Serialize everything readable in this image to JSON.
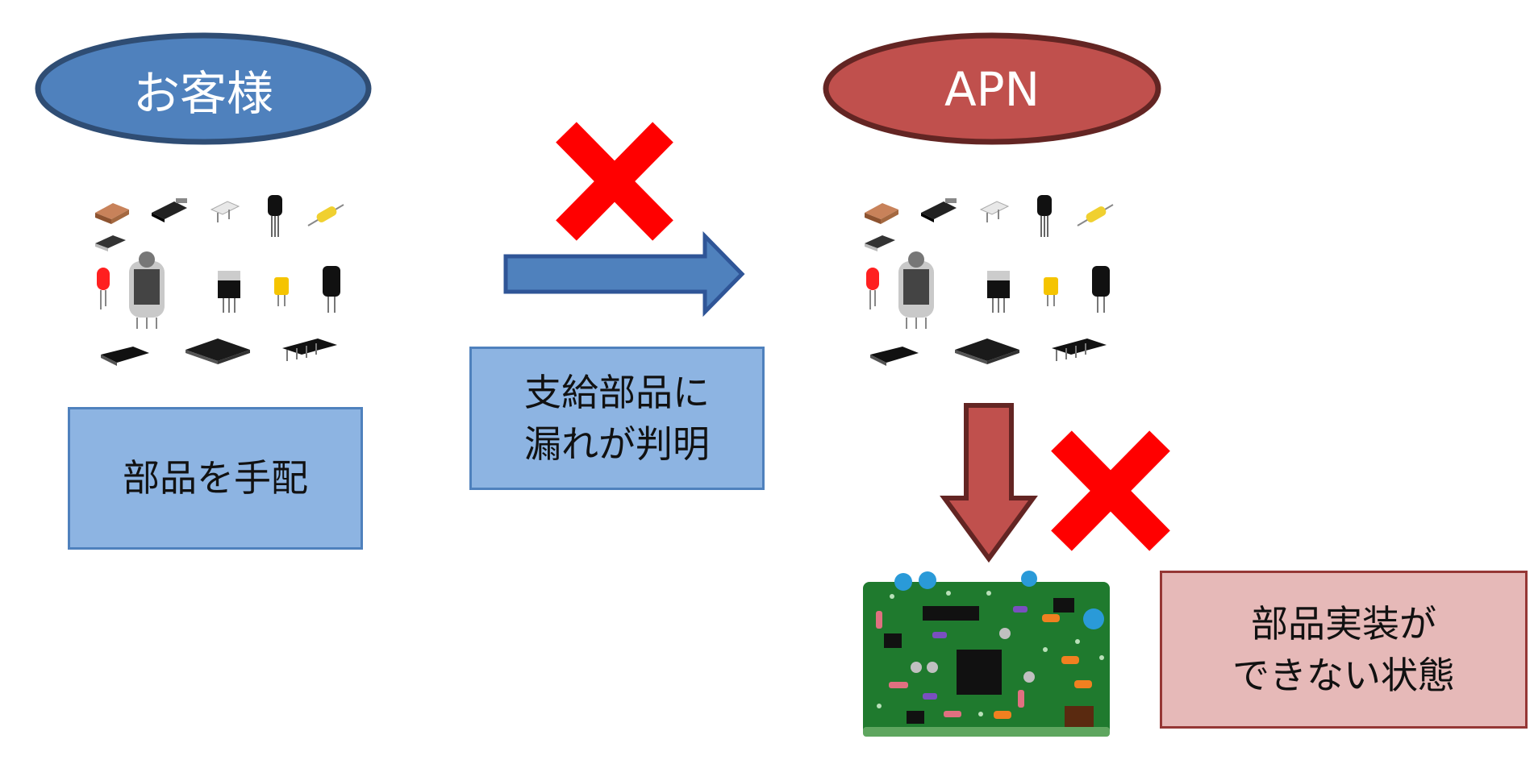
{
  "left_group": {
    "title": "お客様",
    "box_text": "部品を手配",
    "ellipse_fill": "#4f81bd",
    "ellipse_border": "#385d8a"
  },
  "middle_group": {
    "box_line1": "支給部品に",
    "box_line2": "漏れが判明",
    "arrow_color": "#4f81bd",
    "status_icon": "red-cross-icon"
  },
  "right_group": {
    "title": "APN",
    "box_line1": "部品実装が",
    "box_line2": "できない状態",
    "ellipse_fill": "#c0504d",
    "ellipse_border": "#632523",
    "arrow_color": "#c0504d",
    "status_icon": "red-cross-icon"
  },
  "images": {
    "components_icon": "electronic-components-icon",
    "board_icon": "circuit-board-icon"
  },
  "colors": {
    "cross": "#ff0000",
    "blue_box": "#8db4e2",
    "red_box": "#e6b9b8"
  }
}
